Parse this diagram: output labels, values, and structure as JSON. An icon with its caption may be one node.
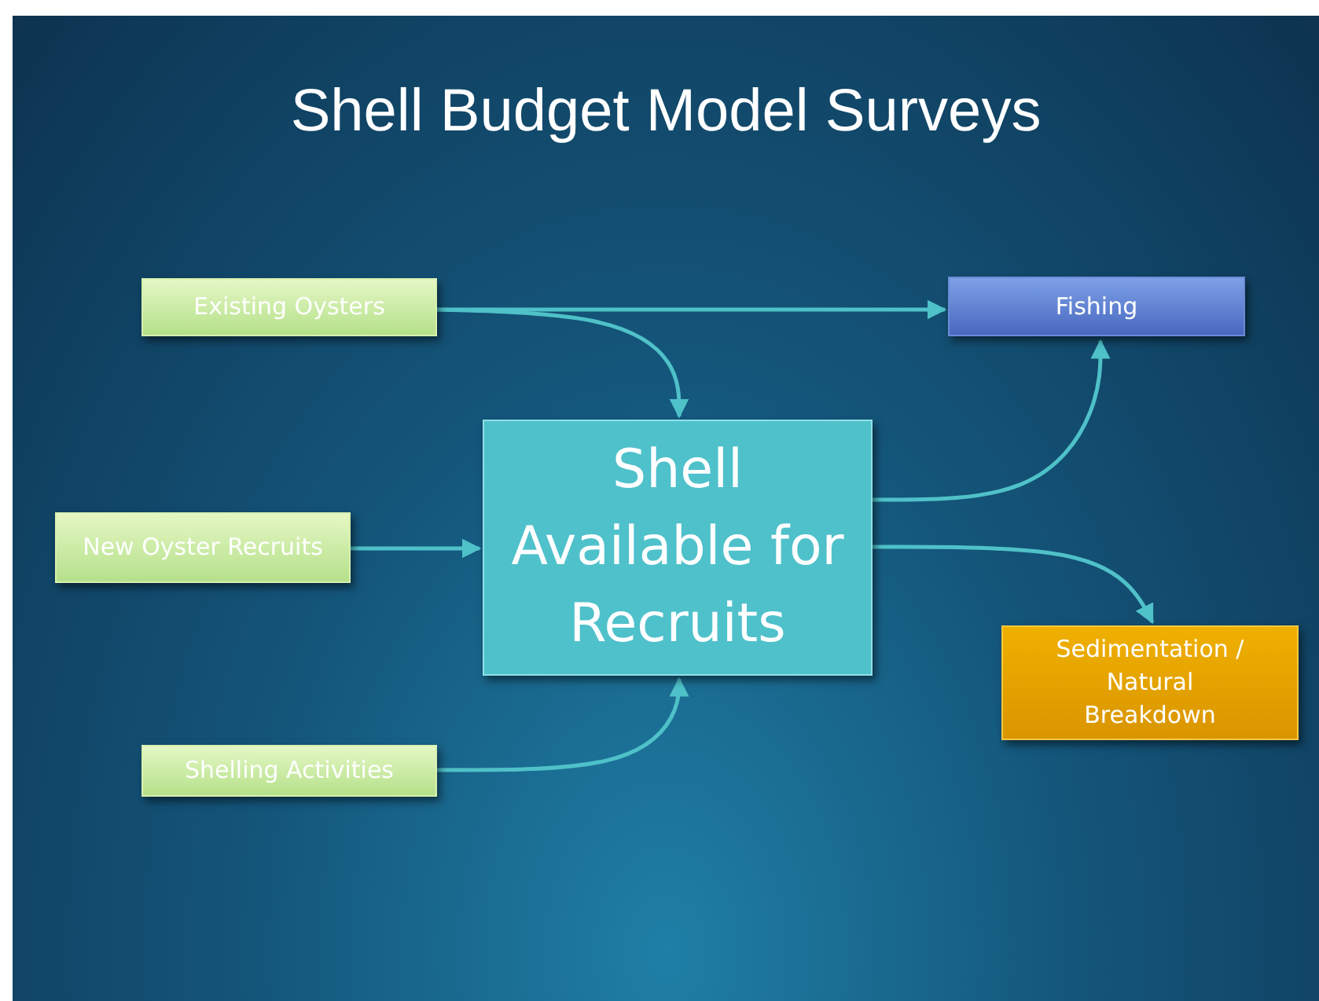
{
  "diagram": {
    "title": "Shell Budget Model Surveys",
    "nodes": [
      {
        "text": [
          "Existing Oysters"
        ]
      },
      {
        "text": [
          "Fishing"
        ]
      },
      {
        "text": [
          "Shell Available for Recruits"
        ]
      },
      {
        "text": [
          "New Oyster Recruits"
        ]
      },
      {
        "text": [
          "Sedimentation / Natural Breakdown"
        ]
      },
      {
        "text": [
          "Shelling Activities"
        ]
      }
    ],
    "edges": [
      {
        "from": 0,
        "to": 1,
        "arrow": "to"
      },
      {
        "from": 0,
        "to": 2,
        "arrow": "to"
      },
      {
        "from": 3,
        "to": 2,
        "arrow": "to"
      },
      {
        "from": 5,
        "to": 2,
        "arrow": "to"
      },
      {
        "from": 2,
        "to": 1,
        "arrow": "to"
      },
      {
        "from": 2,
        "to": 4,
        "arrow": "to"
      }
    ]
  }
}
